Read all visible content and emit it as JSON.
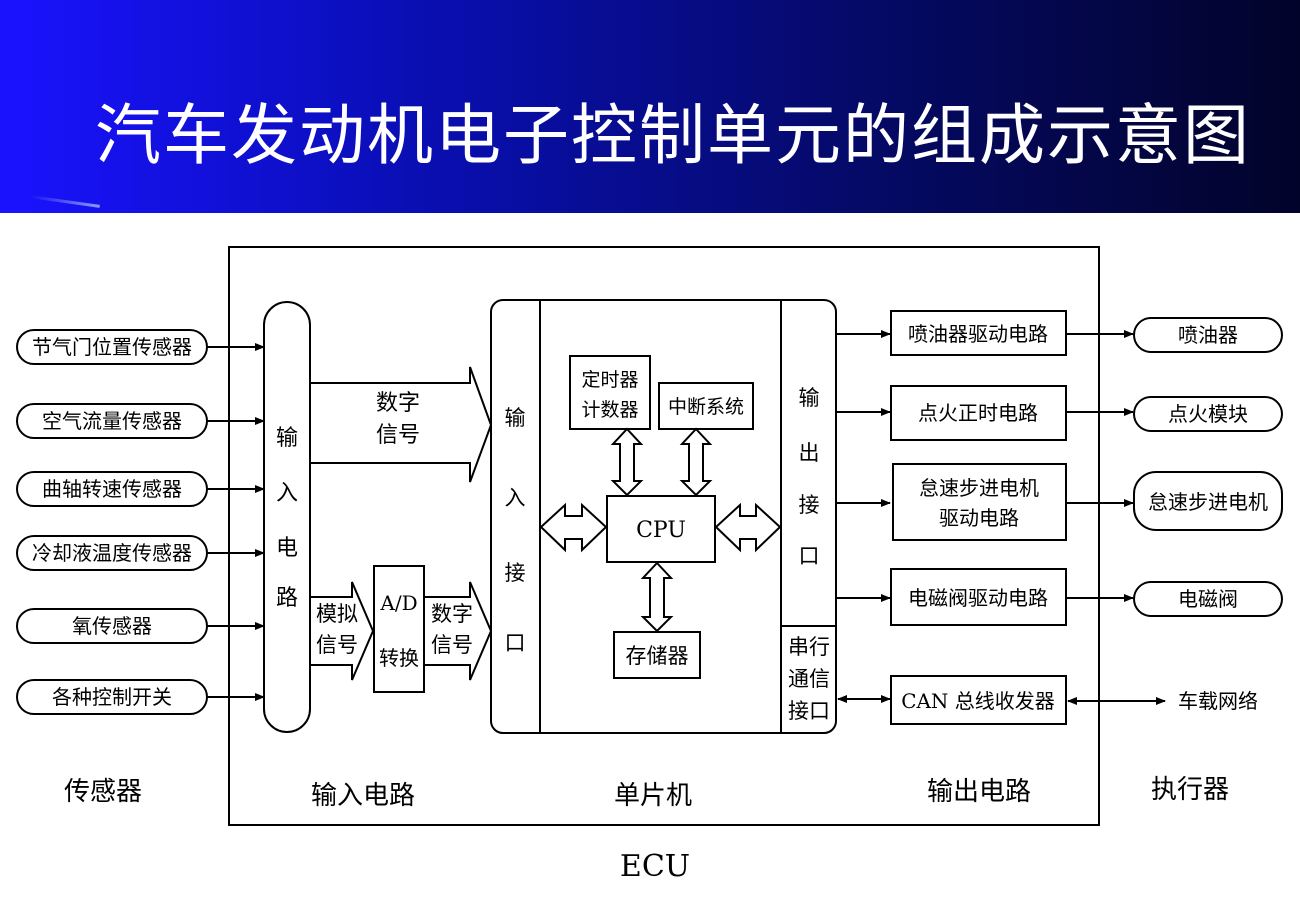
{
  "slide": {
    "title": "汽车发动机电子控制单元的组成示意图"
  },
  "sensors": [
    "节气门位置传感器",
    "空气流量传感器",
    "曲轴转速传感器",
    "冷却液温度传感器",
    "氧传感器",
    "各种控制开关"
  ],
  "input_circuit": {
    "label": [
      "输",
      "入",
      "电",
      "路"
    ],
    "digital_signal": [
      "数字",
      "信号"
    ],
    "analog_signal": [
      "模拟",
      "信号"
    ],
    "ad_converter": [
      "A/D",
      "转换"
    ],
    "digital_signal_2": [
      "数字",
      "信号"
    ]
  },
  "mcu": {
    "input_interface": [
      "输",
      "入",
      "接",
      "口"
    ],
    "timer_counter": [
      "定时器",
      "计数器"
    ],
    "interrupt_system": "中断系统",
    "cpu": "CPU",
    "memory": "存储器",
    "output_interface": [
      "输",
      "出",
      "接",
      "口"
    ],
    "serial_interface": [
      "串行",
      "通信",
      "接口"
    ]
  },
  "output_circuits": [
    [
      "喷油器驱动电路"
    ],
    [
      "点火正时电路"
    ],
    [
      "怠速步进电机",
      "驱动电路"
    ],
    [
      "电磁阀驱动电路"
    ],
    [
      "CAN 总线收发器"
    ]
  ],
  "actuators": [
    "喷油器",
    "点火模块",
    "怠速步进电机",
    "电磁阀"
  ],
  "vehicle_network": "车载网络",
  "column_labels": {
    "sensors": "传感器",
    "input_circuit": "输入电路",
    "mcu": "单片机",
    "output_circuit": "输出电路",
    "actuators": "执行器"
  },
  "ecu_label": "ECU"
}
